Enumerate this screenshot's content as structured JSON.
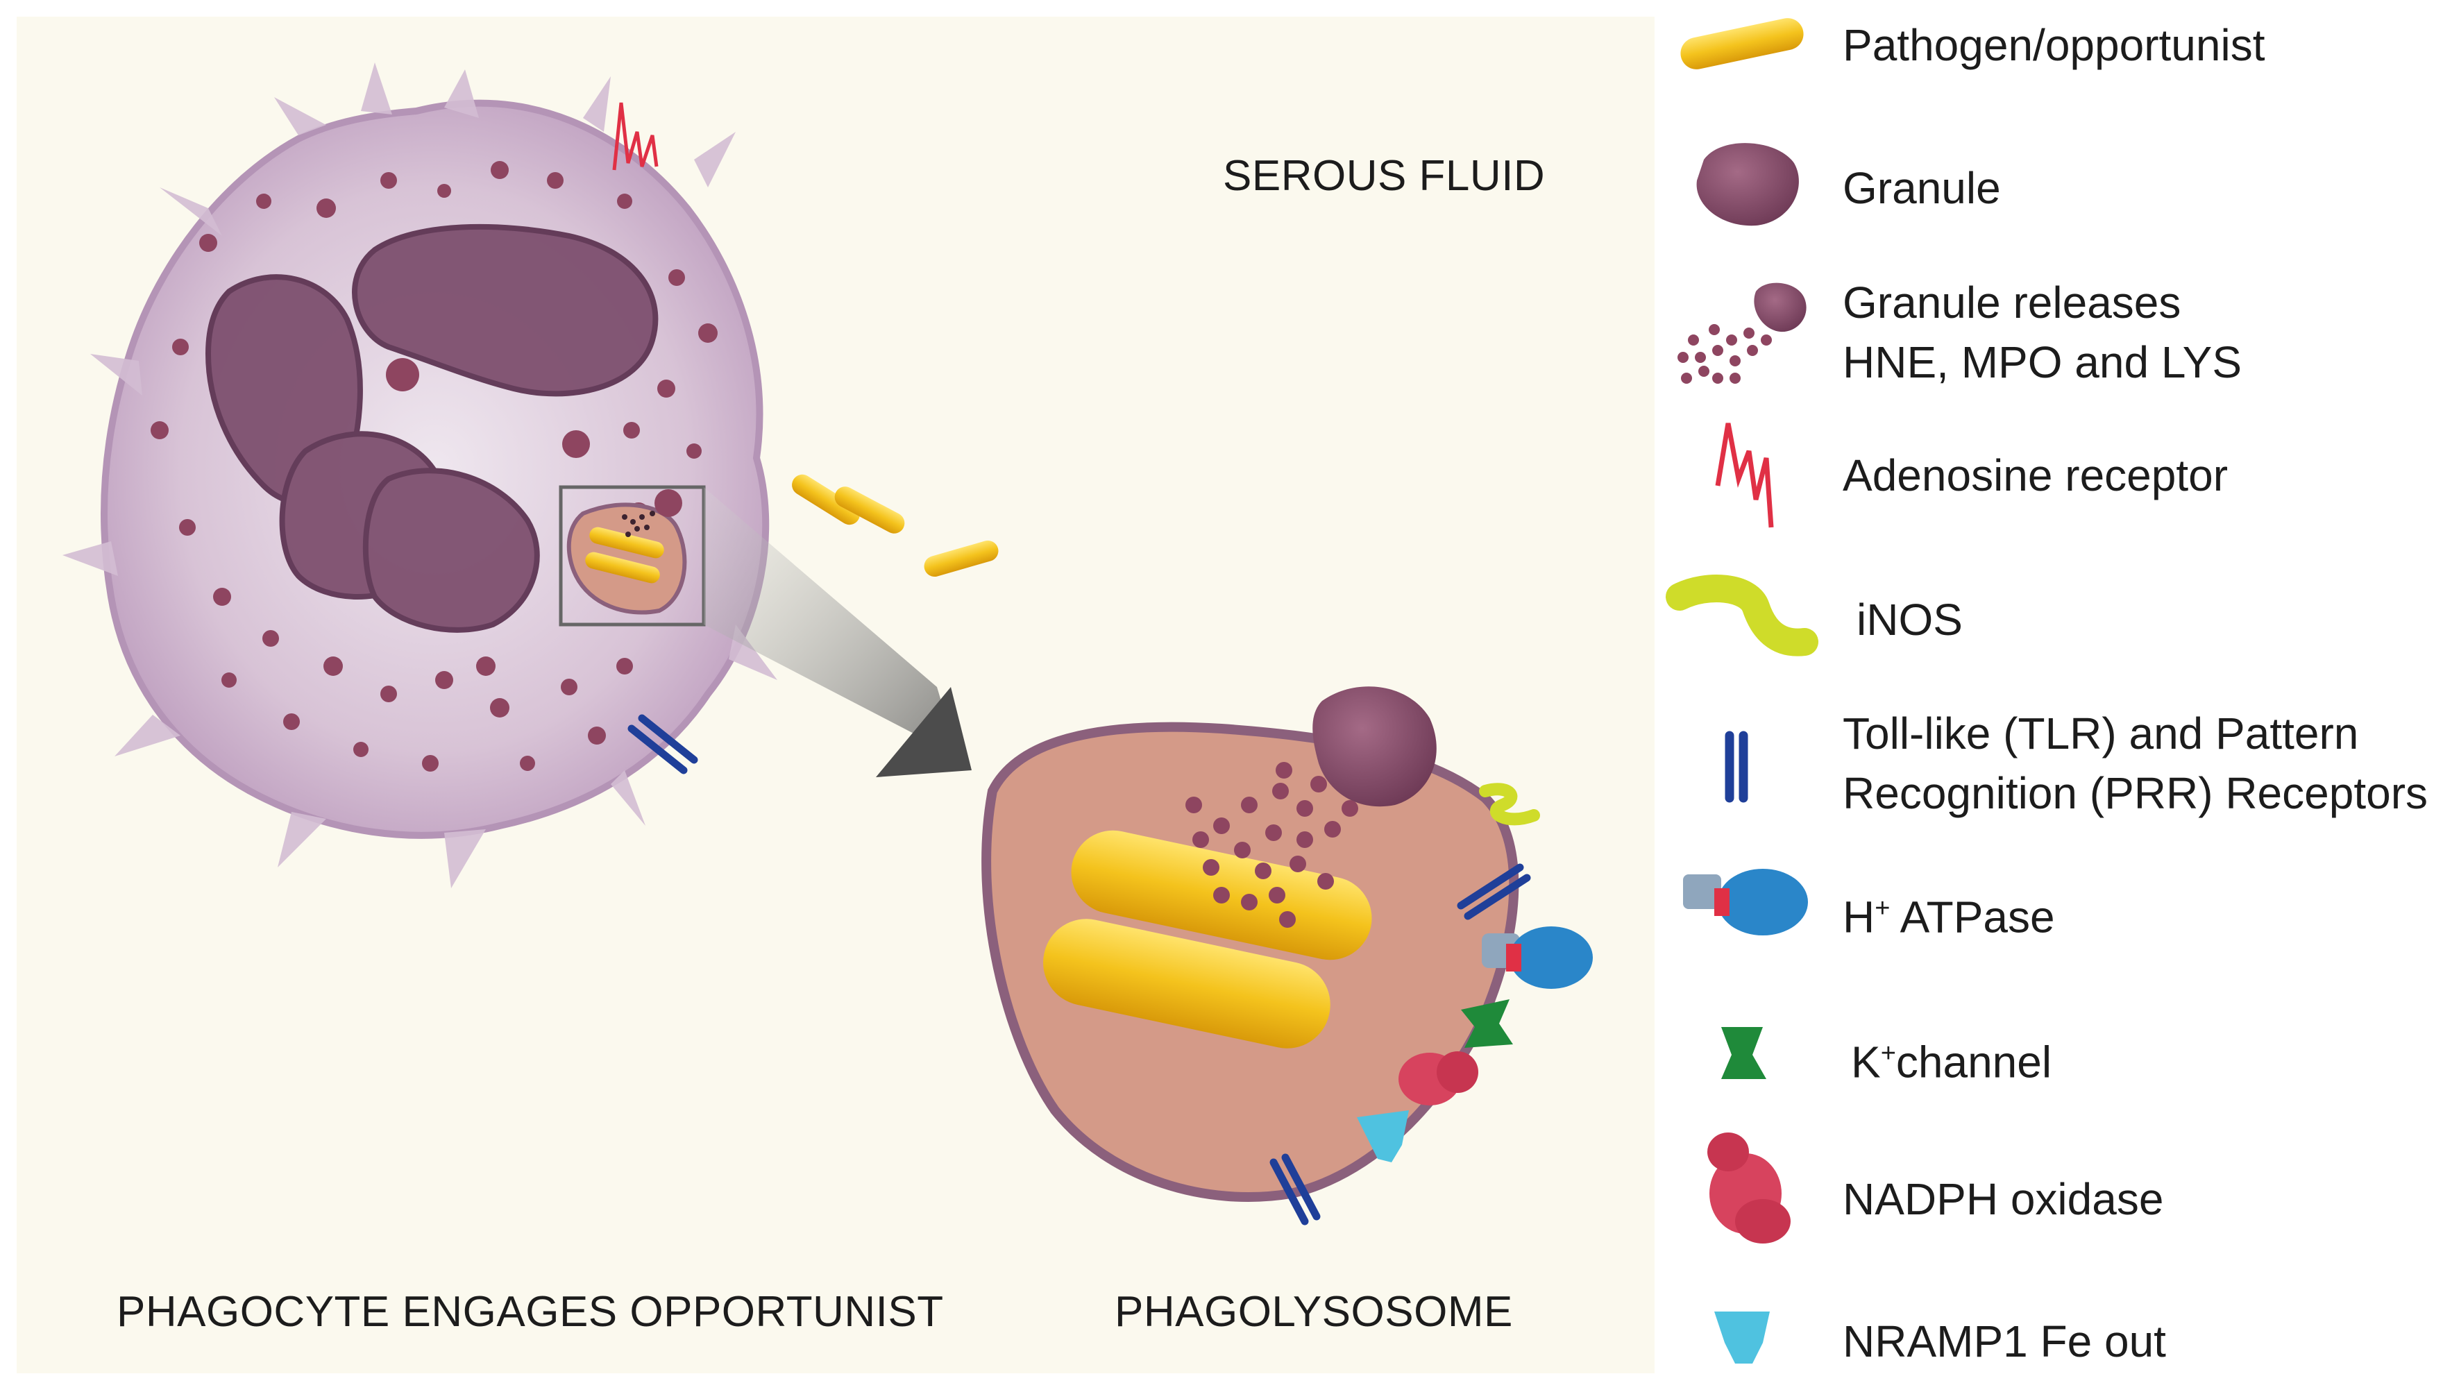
{
  "labels": {
    "serous_fluid": "SEROUS FLUID",
    "phagocyte": "PHAGOCYTE ENGAGES OPPORTUNIST",
    "phagolysosome": "PHAGOLYSOSOME"
  },
  "legend": [
    {
      "icon": "pathogen-rod-icon",
      "text": "Pathogen/opportunist"
    },
    {
      "icon": "granule-icon",
      "text": "Granule"
    },
    {
      "icon": "granule-release-icon",
      "line1": "Granule releases",
      "line2": "HNE, MPO and LYS"
    },
    {
      "icon": "adenosine-receptor-icon",
      "text": "Adenosine receptor"
    },
    {
      "icon": "inos-icon",
      "text": "iNOS"
    },
    {
      "icon": "tlr-prr-receptor-icon",
      "line1": "Toll-like (TLR) and Pattern",
      "line2": "Recognition (PRR) Receptors"
    },
    {
      "icon": "h-atpase-icon",
      "base": "H",
      "sup": "+",
      "rest": " ATPase"
    },
    {
      "icon": "k-channel-icon",
      "base": "K",
      "sup": "+",
      "rest": "channel"
    },
    {
      "icon": "nadph-oxidase-icon",
      "text": "NADPH oxidase"
    },
    {
      "icon": "nramp1-icon",
      "text": "NRAMP1 Fe out"
    }
  ],
  "colors": {
    "background": "#fbf9ee",
    "cell_body": "#c9aecb",
    "nucleus": "#7d4f6c",
    "granule": "#8e4560",
    "pathogen": "#f2c21c",
    "phagolysosome": "#d49a88",
    "receptor_blue": "#1f3f99",
    "atpase_blue": "#2a86c9",
    "k_channel_green": "#1f8a3a",
    "nadph_red": "#d7435e",
    "nramp1_cyan": "#4fc2e0",
    "inos_yellow": "#cfdc2a",
    "adenosine_red": "#e03045"
  }
}
